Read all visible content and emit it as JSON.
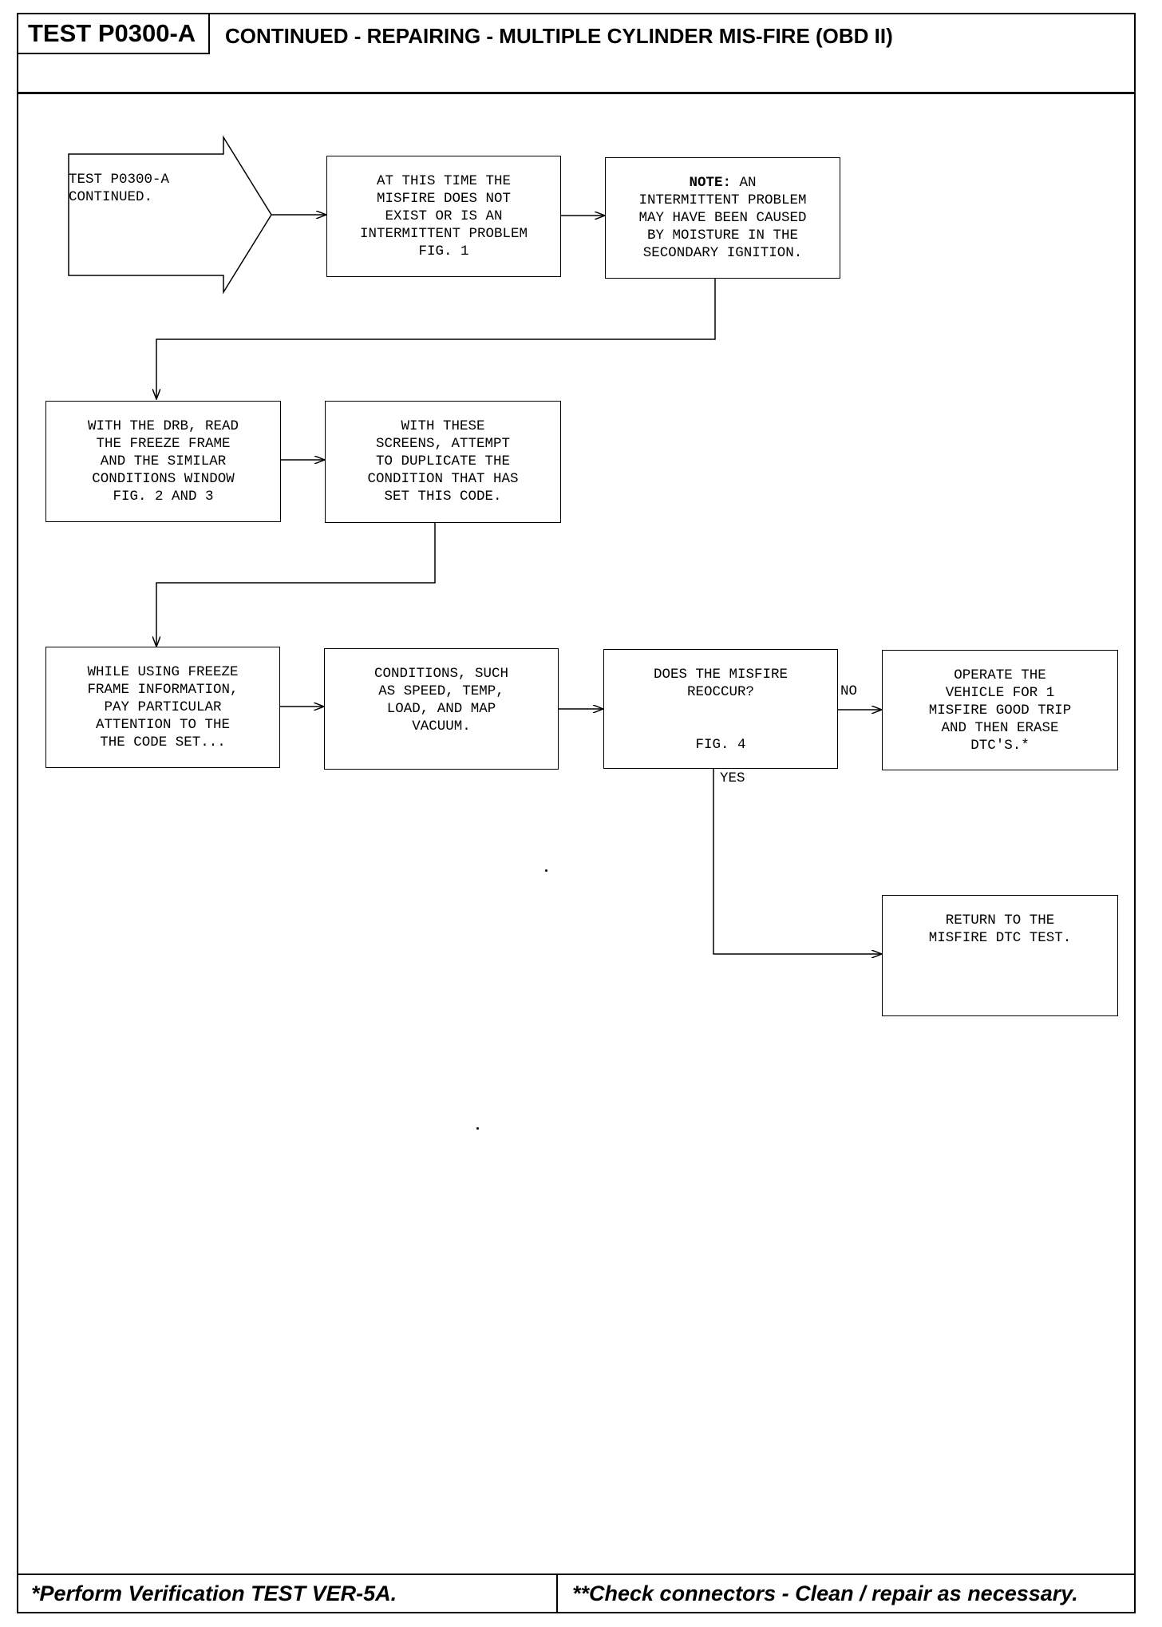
{
  "header": {
    "test_id": "TEST P0300-A",
    "title": "CONTINUED - REPAIRING - MULTIPLE CYLINDER MIS-FIRE (OBD II)"
  },
  "flow": {
    "start": {
      "line1": "TEST P0300-A",
      "line2": "CONTINUED."
    },
    "b1": {
      "l1": "AT THIS TIME THE",
      "l2": "MISFIRE DOES NOT",
      "l3": "EXIST OR IS AN",
      "l4": "INTERMITTENT PROBLEM",
      "l5": "FIG. 1"
    },
    "b2": {
      "note_label": "NOTE:",
      "l1": " AN",
      "l2": "INTERMITTENT PROBLEM",
      "l3": "MAY HAVE BEEN CAUSED",
      "l4": "BY MOISTURE IN THE",
      "l5": "SECONDARY IGNITION."
    },
    "b3": {
      "l1": "WITH THE DRB, READ",
      "l2": "THE FREEZE FRAME",
      "l3": "AND THE SIMILAR",
      "l4": "CONDITIONS WINDOW",
      "l5": "FIG. 2 AND 3"
    },
    "b4": {
      "l1": "WITH THESE",
      "l2": "SCREENS, ATTEMPT",
      "l3": "TO DUPLICATE THE",
      "l4": "CONDITION THAT HAS",
      "l5": "SET THIS CODE."
    },
    "b5": {
      "l1": "WHILE USING FREEZE",
      "l2": "FRAME INFORMATION,",
      "l3": "PAY PARTICULAR",
      "l4": "ATTENTION TO THE",
      "l5": "THE CODE SET..."
    },
    "b6": {
      "l1": "CONDITIONS, SUCH",
      "l2": "AS SPEED, TEMP,",
      "l3": "LOAD, AND MAP",
      "l4": "VACUUM."
    },
    "b7": {
      "l1": "DOES THE MISFIRE",
      "l2": "REOCCUR?",
      "fig": "FIG. 4"
    },
    "b8": {
      "l1": "OPERATE THE",
      "l2": "VEHICLE FOR 1",
      "l3": "MISFIRE GOOD TRIP",
      "l4": "AND THEN ERASE",
      "l5": "DTC'S.*"
    },
    "b9": {
      "l1": "RETURN TO THE",
      "l2": "MISFIRE DTC TEST."
    },
    "no_label": "NO",
    "yes_label": "YES"
  },
  "footer": {
    "left": "*Perform Verification TEST VER-5A.",
    "right": "**Check connectors - Clean / repair as necessary."
  }
}
